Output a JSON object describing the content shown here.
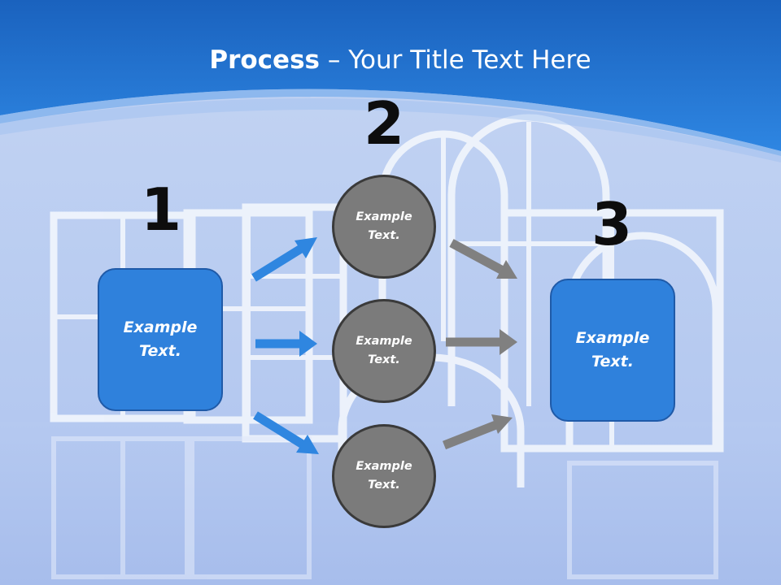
{
  "title": {
    "bold": "Process",
    "dash": " – ",
    "rest": "Your Title Text Here"
  },
  "steps": {
    "one": "1",
    "two": "2",
    "three": "3"
  },
  "boxes": {
    "left": "Example\nText.",
    "right": "Example\nText."
  },
  "circles": {
    "top": "Example\nText.",
    "middle": "Example\nText.",
    "bottom": "Example\nText."
  },
  "colors": {
    "header_blue": "#2a7fdc",
    "box_blue": "#2f81dc",
    "circle_gray": "#7b7b7b",
    "blue_arrow": "#2f86e0",
    "gray_arrow": "#808080"
  },
  "icons": {
    "background": "windows-photo",
    "connectors": "arrow-icon"
  }
}
